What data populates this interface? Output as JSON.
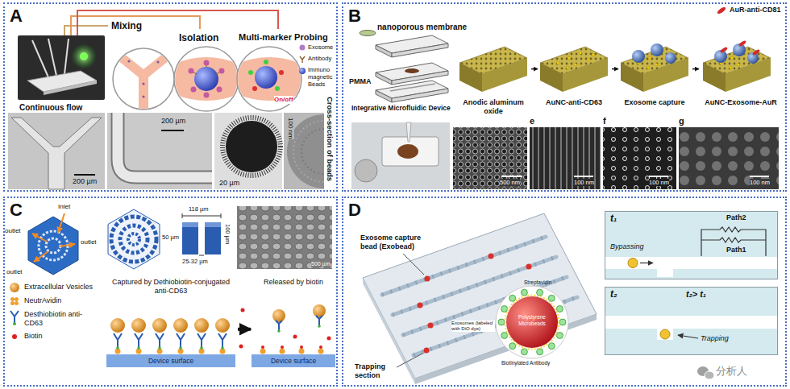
{
  "diagram": {
    "nodes": [
      {
        "text": [
          "A"
        ]
      },
      {
        "text": [
          "B"
        ]
      },
      {
        "text": [
          "Anodic aluminum oxide"
        ],
        "in": 1
      },
      {
        "text": [
          "AuNC-anti-CD63"
        ],
        "in": 1
      },
      {
        "text": [
          "Exosome capture"
        ],
        "in": 1
      },
      {
        "text": [
          "AuNC-Exosome-AuR"
        ],
        "in": 1
      },
      {
        "text": [
          "C"
        ]
      },
      {
        "text": [
          "Captured by Dethiobiotin-conjugated anti-CD63",
          "Device surface"
        ],
        "in": 6
      },
      {
        "text": [
          "Released by biotin",
          "Device surface"
        ],
        "in": 6
      },
      {
        "text": [
          "D"
        ]
      },
      {
        "text": [
          "t₁",
          "Bypassing",
          "Path2",
          "Path1"
        ],
        "in": 9
      },
      {
        "text": [
          "t₂",
          "t₂> t₁",
          "Trapping"
        ],
        "in": 9
      }
    ],
    "edges": [
      {
        "from": 2,
        "to": 3,
        "arrow": "to"
      },
      {
        "from": 3,
        "to": 4,
        "arrow": "to"
      },
      {
        "from": 4,
        "to": 5,
        "arrow": "to"
      },
      {
        "from": 7,
        "to": 8,
        "arrow": "to"
      }
    ],
    "labels": [
      "Mixing",
      "Isolation",
      "Multi-marker Probing",
      "Continuous flow",
      "On/off",
      "Cross-section of beads",
      "200 µm",
      "200 µm",
      "20 µm",
      "100 nm",
      "nanoporous membrane",
      "PMMA",
      "Integrative Microfluidic Device",
      "AuR-anti-CD81",
      "e",
      "f",
      "g",
      "500 nm",
      "100 nm",
      "100 nm",
      "100 nm",
      "Inlet",
      "outlet",
      "outlet",
      "outlet",
      "118 µm",
      "50 µm",
      "100 µm",
      "25-32 µm",
      "500 µm",
      "Exosome capture bead (Exobead)",
      "Trapping section",
      "Streptavidin",
      "Exosomes (labeled with DiO dye)",
      "Biotinylated Antibody",
      "Polystyrene Microbeads",
      "分析人"
    ],
    "legend": [
      {
        "text": "Exosome"
      },
      {
        "text": "Antibody"
      },
      {
        "text": "Immuno magnetic Beads"
      },
      {
        "text": "Extracellular Vesicles"
      },
      {
        "text": "NeutrAvidin"
      },
      {
        "text": "Desthiobiotin anti-CD63"
      },
      {
        "text": "Biotin"
      }
    ]
  }
}
